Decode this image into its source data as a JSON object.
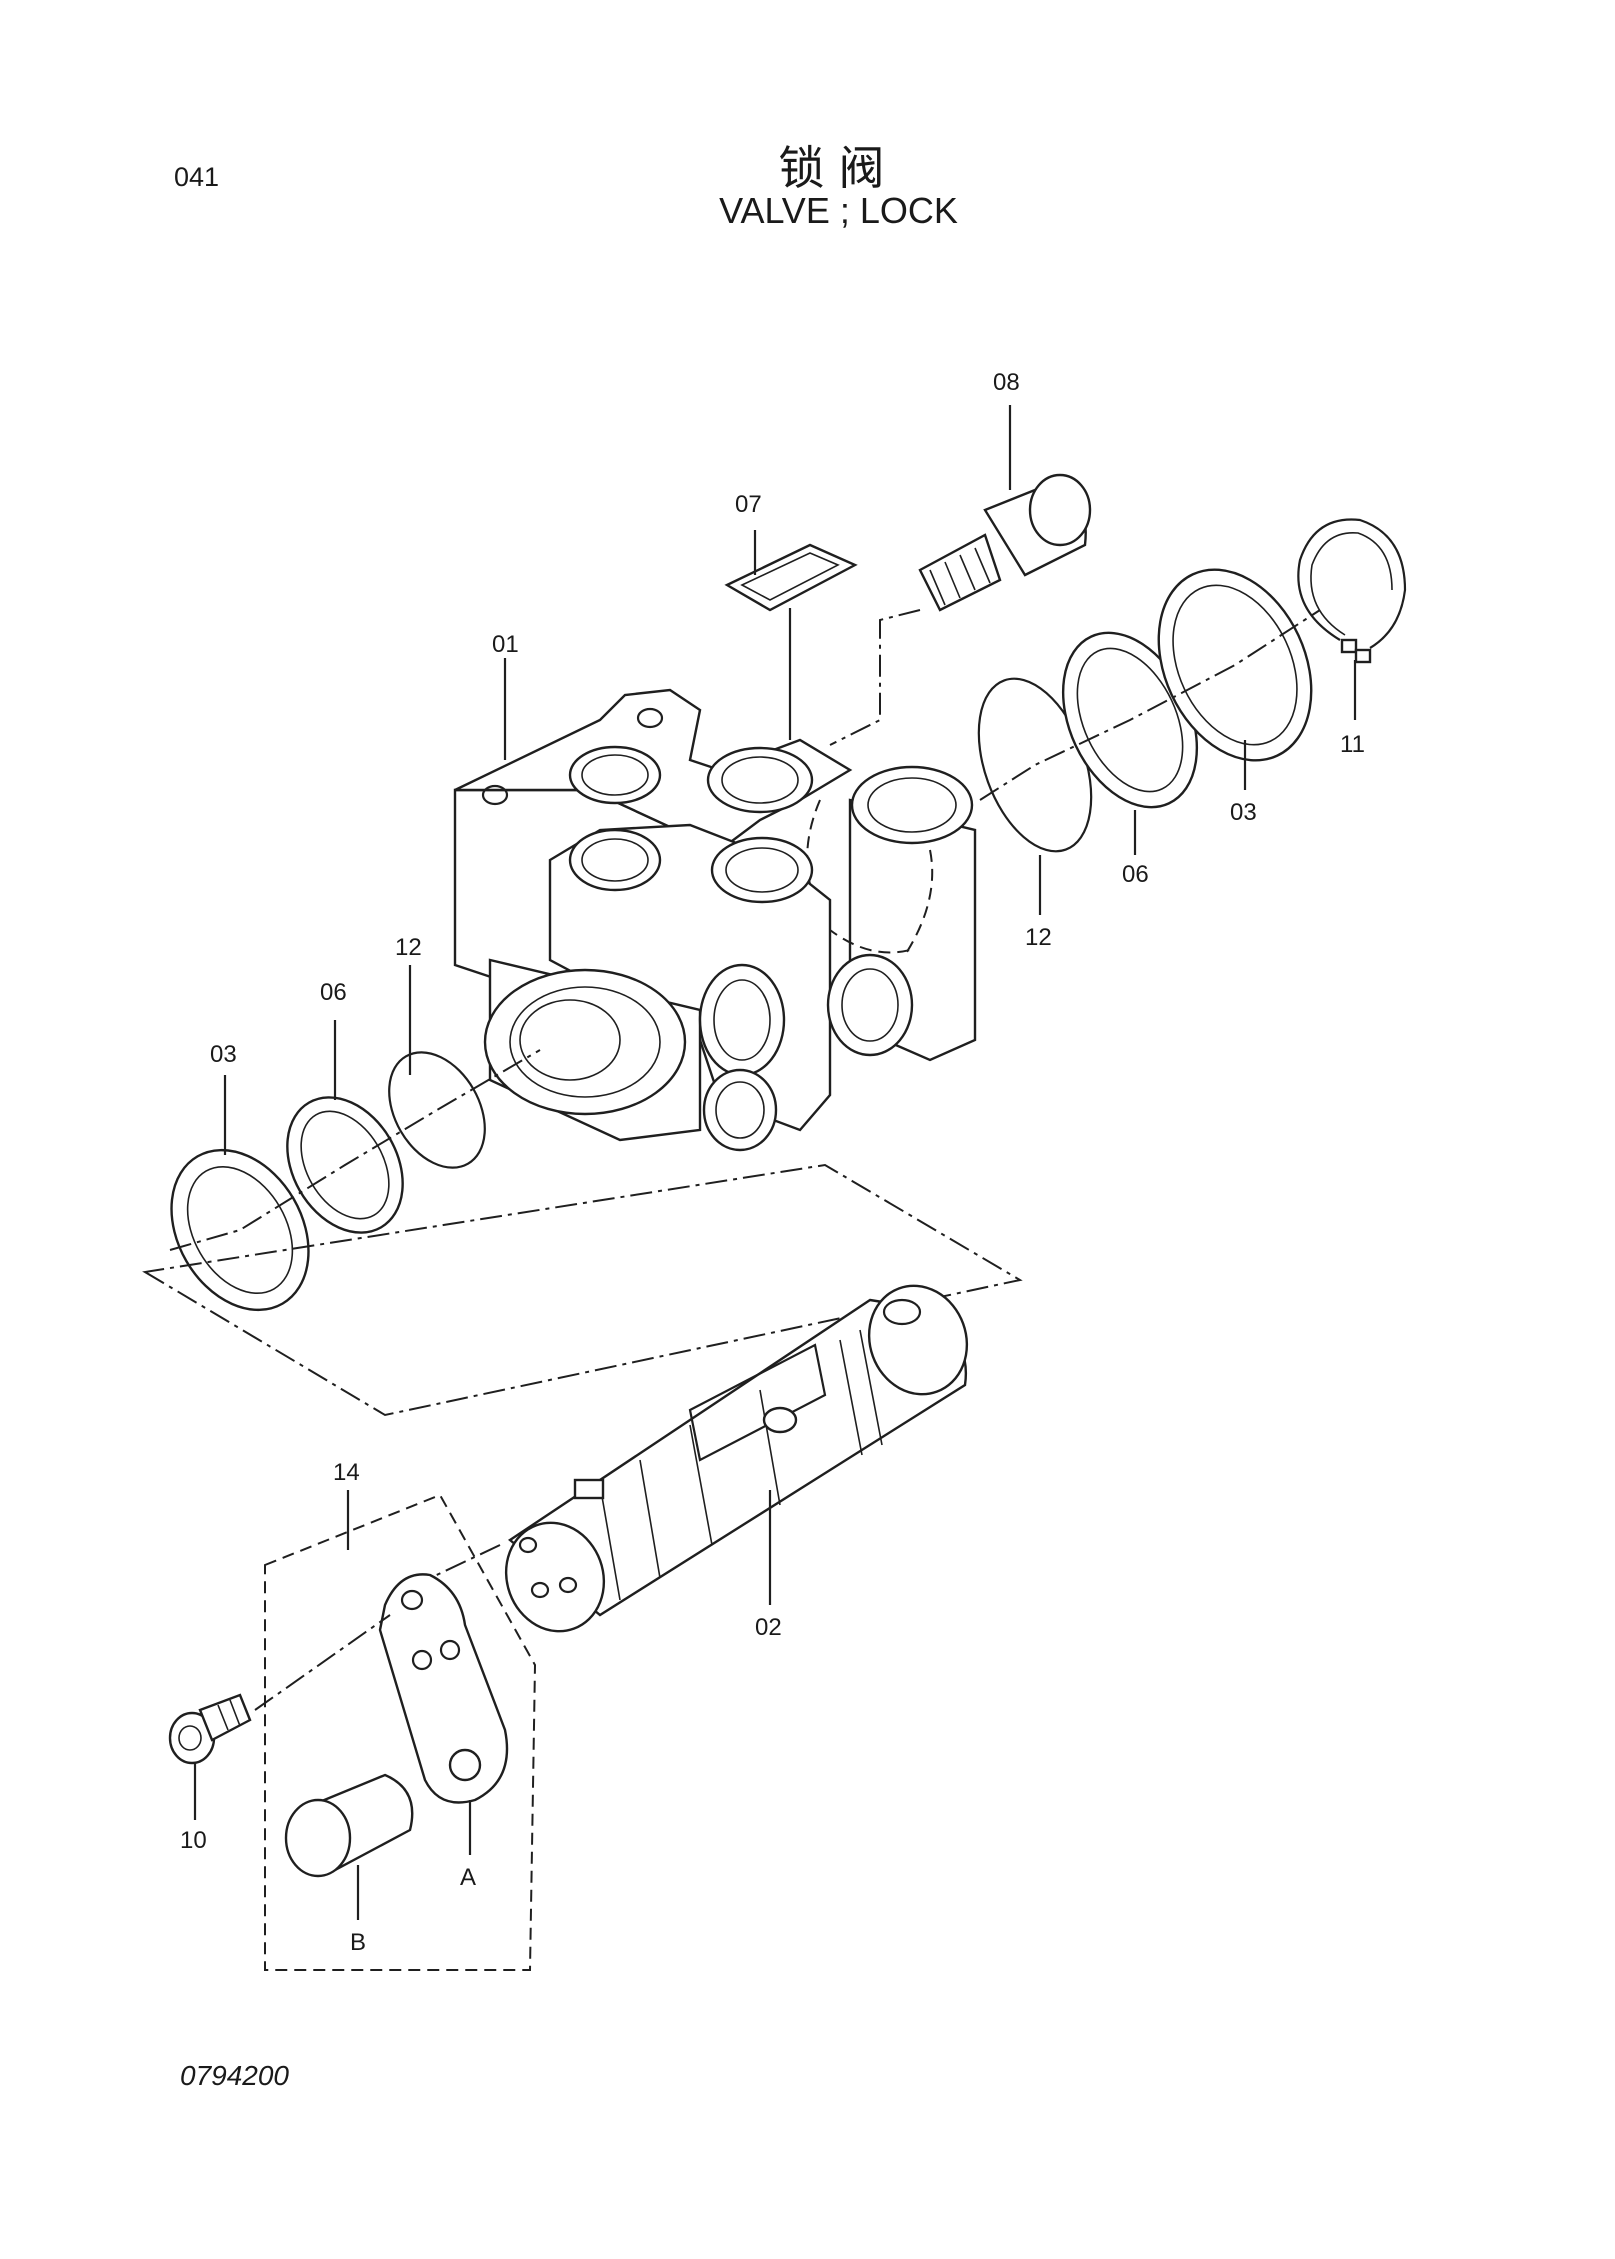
{
  "page_number": "041",
  "title_cn": "锁阀",
  "title_en": "VALVE ; LOCK",
  "drawing_number": "0794200",
  "callouts": {
    "c01": "01",
    "c02": "02",
    "c03_left": "03",
    "c03_right": "03",
    "c06_left": "06",
    "c06_right": "06",
    "c07": "07",
    "c08": "08",
    "c10": "10",
    "c11": "11",
    "c12_left": "12",
    "c12_right": "12",
    "c14": "14",
    "cA": "A",
    "cB": "B"
  }
}
